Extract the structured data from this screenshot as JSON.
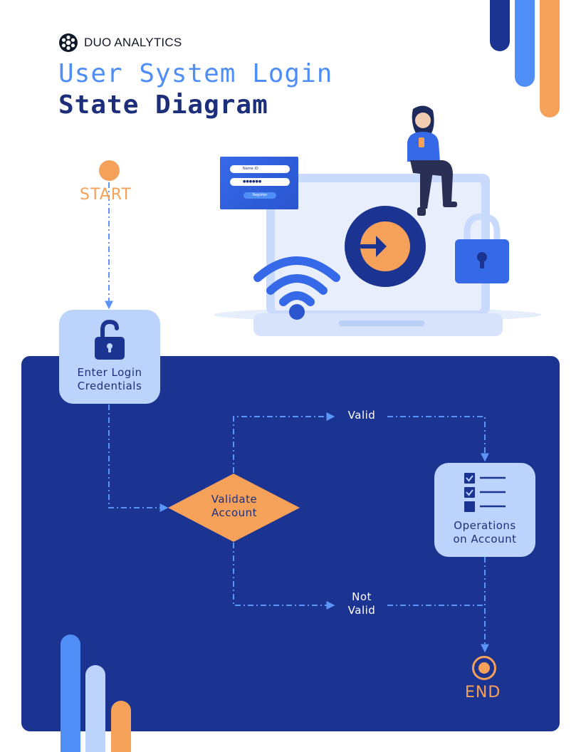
{
  "brand": {
    "name": "DUO ANALYTICS",
    "icon": "gear-icon"
  },
  "title": {
    "line1": "User System Login",
    "line2": "State Diagram"
  },
  "illustration": {
    "login_card": {
      "username_placeholder": "Name ID",
      "password_mask": "●●●●●●",
      "button_label": "Register"
    }
  },
  "diagram": {
    "start_label": "START",
    "end_label": "END",
    "nodes": {
      "enter_credentials": {
        "label": "Enter Login\nCredentials",
        "icon": "unlocked-padlock-icon"
      },
      "validate_account": {
        "label": "Validate\nAccount"
      },
      "operations": {
        "label": "Operations\non Account",
        "icon": "checklist-icon"
      }
    },
    "edges": {
      "valid": "Valid",
      "not_valid": "Not\nValid"
    }
  },
  "colors": {
    "navy": "#1c3491",
    "title_dark": "#1d2f7a",
    "accent_blue": "#4f8ef7",
    "accent_orange": "#f6a15a",
    "light_blue": "#bcd4fb",
    "edge_dash": "#5b95f7"
  }
}
